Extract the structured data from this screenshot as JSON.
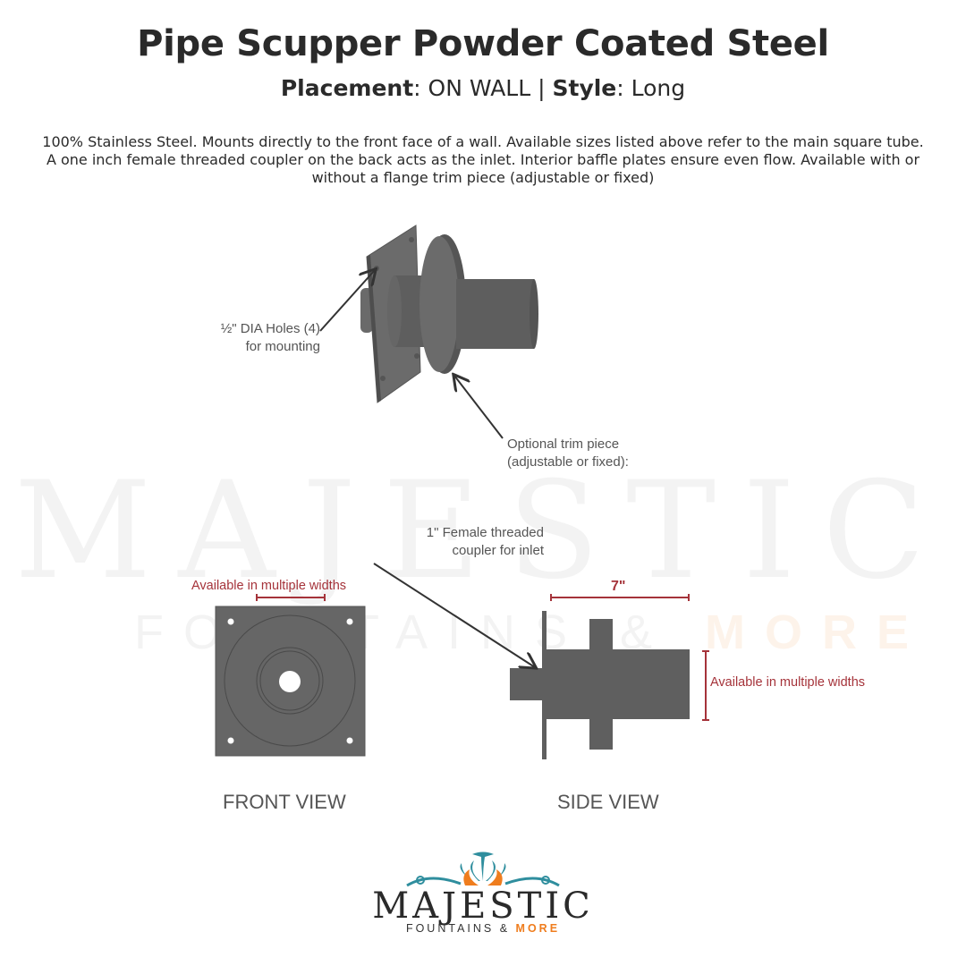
{
  "header": {
    "title": "Pipe Scupper Powder Coated Steel",
    "placement_label": "Placement",
    "placement_value": ": ON WALL | ",
    "style_label": "Style",
    "style_value": ": Long",
    "description": "100% Stainless Steel. Mounts directly to the front face of a wall. Available sizes listed above refer to the main square tube. A one inch female threaded coupler on the back acts as the inlet. Interior baffle plates ensure even flow. Available with or without a flange trim piece (adjustable or fixed)"
  },
  "watermark": {
    "word": "MAJESTIC",
    "sub": "FOUNTAINS & ",
    "sub_more": "MORE"
  },
  "diagram": {
    "holes_label_1": "½\" DIA Holes (4)",
    "holes_label_2": "for mounting",
    "trim_label_1": "Optional trim piece",
    "trim_label_2": "(adjustable or fixed):",
    "coupler_label_1": "1\" Female threaded",
    "coupler_label_2": "coupler for inlet",
    "front_width_label": "Available in multiple widths",
    "side_length_label": "7\"",
    "side_width_label": "Available in multiple widths",
    "front_view_label": "FRONT VIEW",
    "side_view_label": "SIDE VIEW"
  },
  "logo": {
    "word": "MAJESTIC",
    "sub": "FOUNTAINS & ",
    "sub_more": "MORE"
  },
  "colors": {
    "part": "#5f5f5f",
    "dimension": "#a5333a",
    "logo_teal": "#2f8e9e",
    "logo_orange": "#ef7d1e"
  }
}
